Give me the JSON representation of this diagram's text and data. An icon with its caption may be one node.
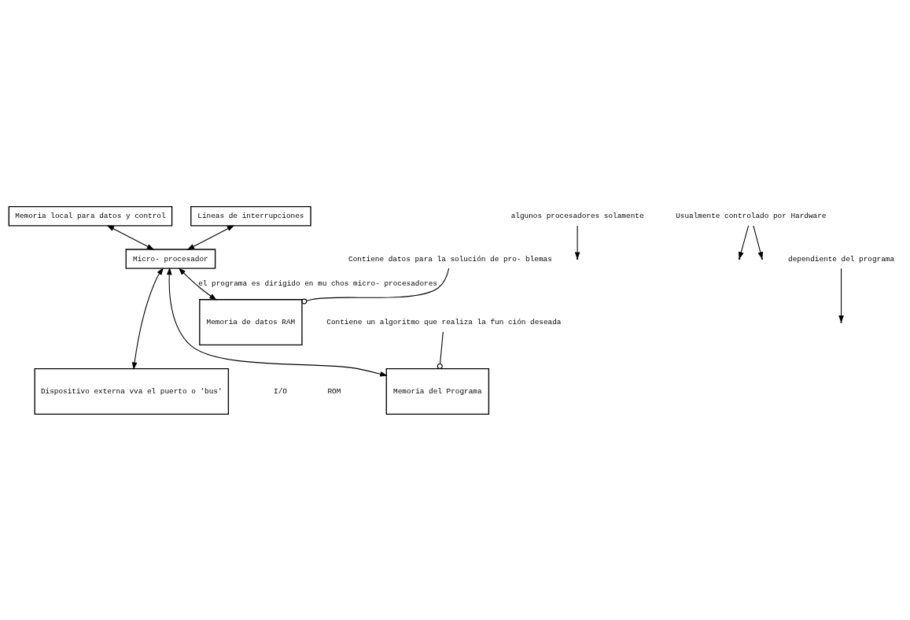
{
  "diagram": {
    "nodes": [
      {
        "text": [
          "Memoria local para datos y control"
        ]
      },
      {
        "text": [
          "Líneas de interrupciones"
        ]
      },
      {
        "text": [
          "Micro- procesador"
        ]
      },
      {
        "text": [
          "Memoria del Programa"
        ]
      },
      {
        "text": [
          "Dispositivo externa vva el puerto o 'bus'"
        ]
      },
      {
        "text": [
          "Memoria de datos RAM"
        ]
      },
      {
        "text": [
          "algunos procesadores solamente"
        ]
      },
      {
        "text": [
          "Usualmente controlado por Hardware"
        ]
      },
      {
        "text": [
          "dependiente del programa"
        ]
      },
      {
        "text": [
          "Contiene un algoritmo que realiza la fun ción deseada"
        ]
      },
      {
        "text": [
          "Contiene datos para la solución de pro- blemas"
        ]
      }
    ],
    "edges": [
      {
        "from": 0,
        "to": 2,
        "arrow": "both"
      },
      {
        "from": 1,
        "to": 2,
        "arrow": "both"
      },
      {
        "from": 2,
        "to": 3,
        "arrow": "both"
      },
      {
        "from": 2,
        "to": 4,
        "arrow": "both"
      },
      {
        "from": 2,
        "to": 5,
        "arrow": "both",
        "label": "el programa es dirigido en mu chos micro- procesadores"
      },
      {
        "from": 6,
        "to": null,
        "arrow": "to"
      },
      {
        "from": 7,
        "to": null,
        "arrow": "to"
      },
      {
        "from": 7,
        "to": null,
        "arrow": "to"
      },
      {
        "from": 8,
        "to": null,
        "arrow": "to"
      },
      {
        "from": 9,
        "to": 3,
        "arrow": "other"
      },
      {
        "from": 10,
        "to": 5,
        "arrow": "other"
      }
    ],
    "labels": [
      "ROM",
      "I/O"
    ]
  }
}
